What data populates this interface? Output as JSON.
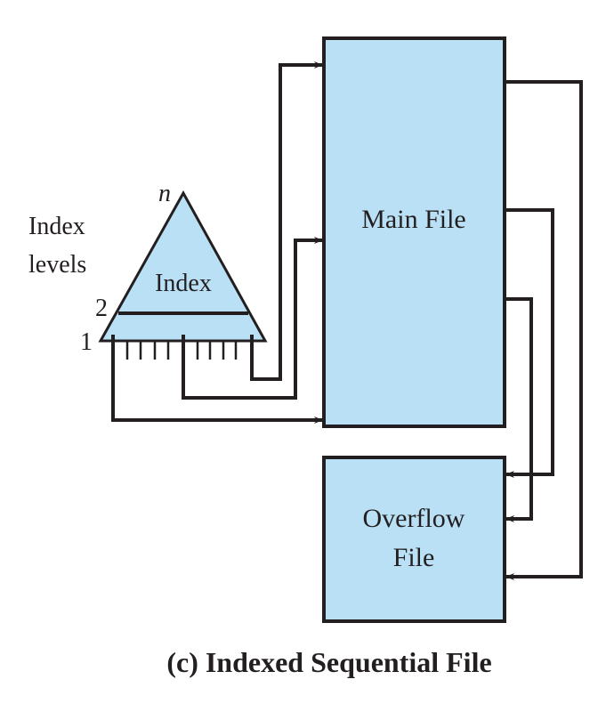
{
  "diagram": {
    "caption": "(c) Indexed Sequential File",
    "index_levels_label_line1": "Index",
    "index_levels_label_line2": "levels",
    "index_triangle": {
      "label": "Index",
      "top_level_label": "n",
      "level_2_label": "2",
      "level_1_label": "1"
    },
    "main_file": {
      "label": "Main File"
    },
    "overflow_file": {
      "label_line1": "Overflow",
      "label_line2": "File"
    },
    "colors": {
      "fill": "#b9e0f5",
      "stroke": "#231f20"
    }
  }
}
